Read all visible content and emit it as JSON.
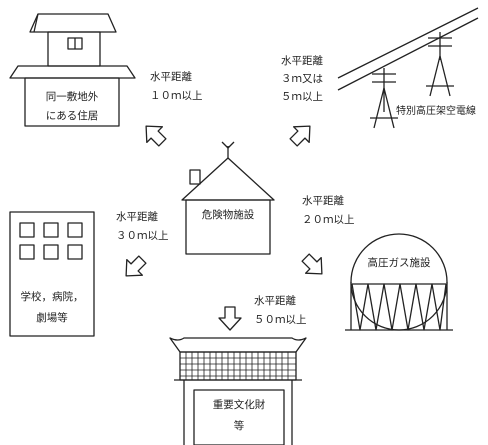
{
  "diagram": {
    "center": {
      "label": "危険物施設"
    },
    "house": {
      "line1": "同一敷地外",
      "line2": "にある住居"
    },
    "dist_house": {
      "line1": "水平距離",
      "line2": "１０ｍ以上"
    },
    "powerline": {
      "label": "特別高圧架空電線"
    },
    "dist_power": {
      "line1": "水平距離",
      "line2": "３ｍ又は",
      "line3": "５ｍ以上"
    },
    "school": {
      "line1": "学校，病院，",
      "line2": "劇場等"
    },
    "dist_school": {
      "line1": "水平距離",
      "line2": "３０ｍ以上"
    },
    "gas": {
      "label": "高圧ガス施設"
    },
    "dist_gas": {
      "line1": "水平距離",
      "line2": "２０ｍ以上"
    },
    "cultural": {
      "line1": "重要文化財",
      "line2": "等"
    },
    "dist_cultural": {
      "line1": "水平距離",
      "line2": "５０ｍ以上"
    }
  }
}
